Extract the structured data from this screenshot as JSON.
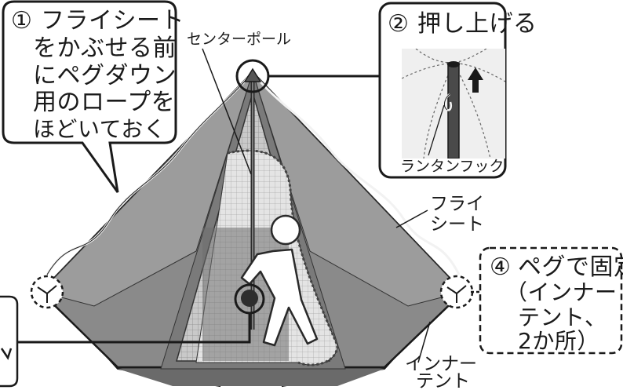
{
  "callouts": {
    "step1": {
      "number": "①",
      "lines": [
        "フライシート",
        "をかぶせる前",
        "にペグダウン",
        "用のロープを",
        "ほどいておく"
      ]
    },
    "step2": {
      "number": "②",
      "title": "押し上げる",
      "hook_label": "ランタンフック"
    },
    "step4": {
      "number": "④",
      "lines": [
        "ペグで固定",
        "（インナー",
        "テント、",
        "2か所）"
      ]
    }
  },
  "labels": {
    "center_pole": "センターポール",
    "fly_sheet": [
      "フライ",
      "シート"
    ],
    "inner_tent": [
      "インナー",
      "テント"
    ]
  },
  "colors": {
    "outline": "#1a1a1a",
    "fly_gray": "#7f7f7f",
    "inner_dark": "#555555",
    "mesh": "#b5b5b5",
    "figure": "#ffffff"
  }
}
